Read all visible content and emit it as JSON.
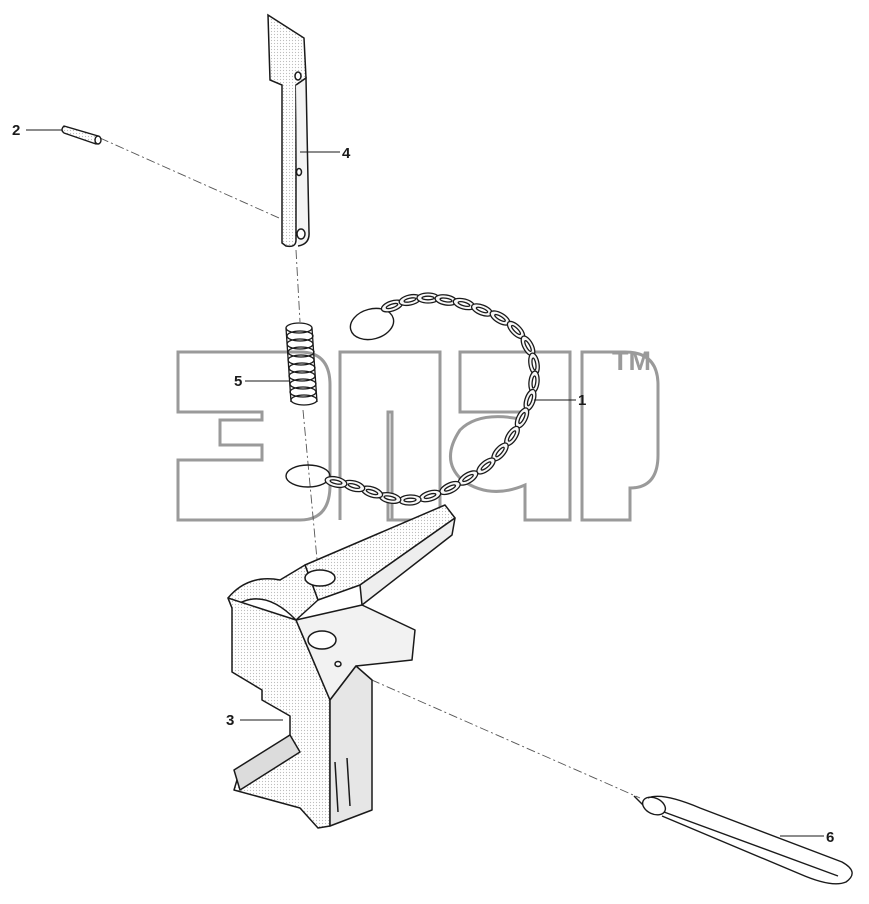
{
  "watermark": {
    "trademark": "TM"
  },
  "callouts": [
    {
      "label": "1",
      "part": "chain"
    },
    {
      "label": "2",
      "part": "small-pin"
    },
    {
      "label": "3",
      "part": "hitch-bracket"
    },
    {
      "label": "4",
      "part": "lock-pin"
    },
    {
      "label": "5",
      "part": "spring"
    },
    {
      "label": "6",
      "part": "cotter-clip"
    }
  ],
  "colors": {
    "line": "#1a1a1a",
    "watermark": "#9a9a9a",
    "hatch": "#d8d8d8"
  }
}
